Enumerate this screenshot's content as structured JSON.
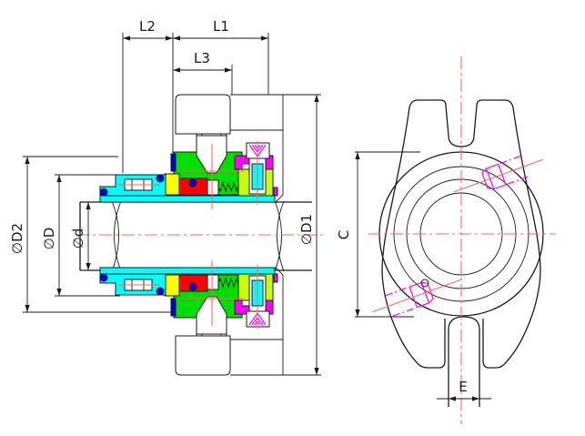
{
  "drawing": {
    "type": "mechanical-seal-technical-drawing",
    "background": "#ffffff",
    "line_color": "#1a1a1a",
    "centerline_color": "#ff6666",
    "dimensions": {
      "l1": "L1",
      "l2": "L2",
      "l3": "L3",
      "d2": "∅D2",
      "d_cap": "∅D",
      "d_small": "∅d",
      "d1": "∅D1",
      "c": "C",
      "e": "E"
    },
    "part_colors": {
      "sleeve_cyan": "#00ffff",
      "retainer_green": "#00dd00",
      "face_red": "#ff0000",
      "ring_yellow": "#ffff00",
      "oring_blue": "#0000e6",
      "insert_magenta": "#ff00ff",
      "gland_chartreuse": "#c8ff00",
      "body_white": "#ffffff"
    }
  }
}
